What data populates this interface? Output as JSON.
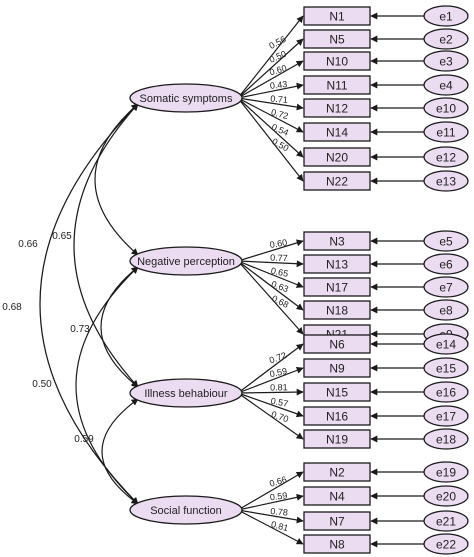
{
  "colors": {
    "fill": "#ecdcf2",
    "stroke": "#1a1a1a",
    "text": "#222222"
  },
  "factors": [
    {
      "name": "Somatic symptoms",
      "items": [
        {
          "id": "N1",
          "loading": "0.56",
          "error": "e1"
        },
        {
          "id": "N5",
          "loading": "0.50",
          "error": "e2"
        },
        {
          "id": "N10",
          "loading": "0.60",
          "error": "e3"
        },
        {
          "id": "N11",
          "loading": "0.43",
          "error": "e4"
        },
        {
          "id": "N12",
          "loading": "0.71",
          "error": "e10"
        },
        {
          "id": "N14",
          "loading": "0.72",
          "error": "e11"
        },
        {
          "id": "N20",
          "loading": "0.54",
          "error": "e12"
        },
        {
          "id": "N22",
          "loading": "0.50",
          "error": "e13"
        }
      ]
    },
    {
      "name": "Negative perception",
      "items": [
        {
          "id": "N3",
          "loading": "0.60",
          "error": "e5"
        },
        {
          "id": "N13",
          "loading": "0.77",
          "error": "e6"
        },
        {
          "id": "N17",
          "loading": "0.65",
          "error": "e7"
        },
        {
          "id": "N18",
          "loading": "0.63",
          "error": "e8"
        },
        {
          "id": "N21",
          "loading": "0.68",
          "error": "e9"
        }
      ]
    },
    {
      "name": "Illness behabiour",
      "items": [
        {
          "id": "N6",
          "loading": "0.72",
          "error": "e14"
        },
        {
          "id": "N9",
          "loading": "0.59",
          "error": "e15"
        },
        {
          "id": "N15",
          "loading": "0.81",
          "error": "e16"
        },
        {
          "id": "N16",
          "loading": "0.57",
          "error": "e17"
        },
        {
          "id": "N19",
          "loading": "0.70",
          "error": "e18"
        }
      ]
    },
    {
      "name": "Social function",
      "items": [
        {
          "id": "N2",
          "loading": "0.66",
          "error": "e19"
        },
        {
          "id": "N4",
          "loading": "0.59",
          "error": "e20"
        },
        {
          "id": "N7",
          "loading": "0.78",
          "error": "e21"
        },
        {
          "id": "N8",
          "loading": "0.81",
          "error": "e22"
        }
      ]
    }
  ],
  "correlations": [
    {
      "from": 0,
      "to": 1,
      "value": "0.65"
    },
    {
      "from": 0,
      "to": 2,
      "value": "0.66"
    },
    {
      "from": 0,
      "to": 3,
      "value": "0.68"
    },
    {
      "from": 1,
      "to": 2,
      "value": "0.73"
    },
    {
      "from": 1,
      "to": 3,
      "value": "0.50"
    },
    {
      "from": 2,
      "to": 3,
      "value": "0.59"
    }
  ]
}
